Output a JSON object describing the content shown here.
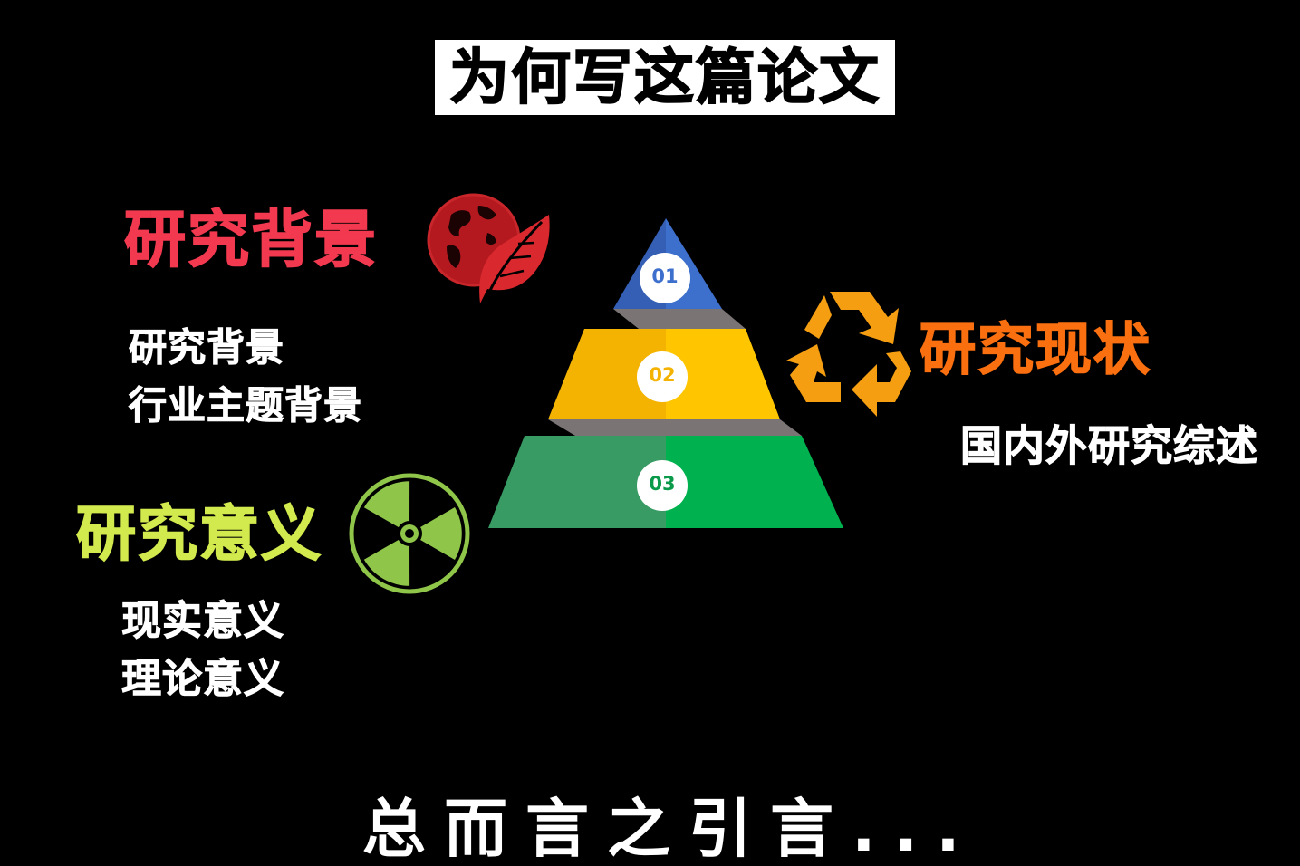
{
  "title": "为何写这篇论文",
  "sections": {
    "background": {
      "heading": "研究背景",
      "icon": "globe-leaf-icon",
      "color": "#f2394f",
      "items": [
        "研究背景",
        "行业主题背景"
      ]
    },
    "status": {
      "heading": "研究现状",
      "icon": "recycle-icon",
      "color": "#fa6f0f",
      "items": [
        "国内外研究综述"
      ]
    },
    "significance": {
      "heading": "研究意义",
      "icon": "radiation-icon",
      "color": "#d3ea4e",
      "items": [
        "现实意义",
        "理论意义"
      ]
    }
  },
  "pyramid": {
    "levels": [
      {
        "label": "01",
        "color": "#3d6fcc",
        "color_dark": "#345fb4"
      },
      {
        "label": "02",
        "color": "#ffc600",
        "color_dark": "#f3b300"
      },
      {
        "label": "03",
        "color": "#00b24f",
        "color_dark": "#389b63"
      }
    ],
    "shadow_color": "#7a7474"
  },
  "bottom_caption": "总而言之引言..."
}
